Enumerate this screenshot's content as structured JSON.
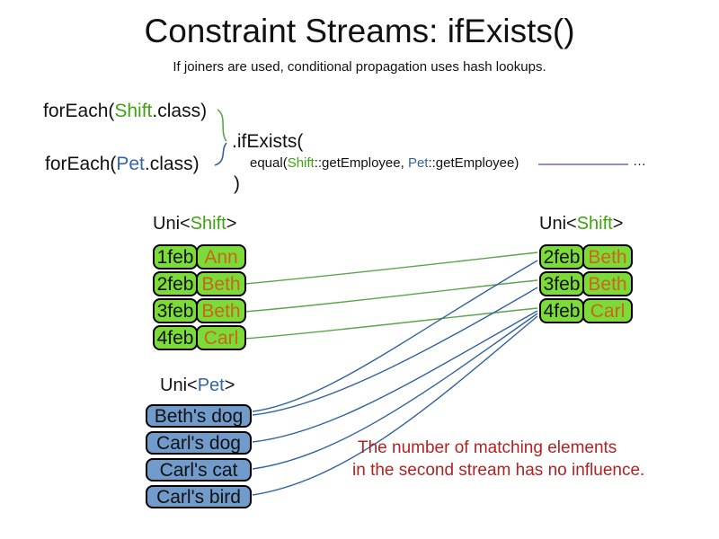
{
  "slide": {
    "title": "Constraint Streams: ifExists()",
    "subtitle": "If joiners are used, conditional propagation uses hash lookups."
  },
  "code": {
    "foreach_shift": {
      "prefix": "forEach(",
      "class_name": "Shift",
      "suffix": ".class)"
    },
    "foreach_pet": {
      "prefix": "forEach(",
      "class_name": "Pet",
      "suffix": ".class)"
    },
    "if_exists": ".ifExists(",
    "equal": {
      "prefix": "equal(",
      "arg1_class": "Shift",
      "arg1_rest": "::getEmployee, ",
      "arg2_class": "Pet",
      "arg2_rest": "::getEmployee)"
    },
    "close_paren": ")",
    "ellipsis": "…"
  },
  "left_shift_stream": {
    "label": {
      "prefix": "Uni<",
      "type": "Shift",
      "suffix": ">"
    },
    "rows": [
      {
        "date": "1feb",
        "name": "Ann"
      },
      {
        "date": "2feb",
        "name": "Beth"
      },
      {
        "date": "3feb",
        "name": "Beth"
      },
      {
        "date": "4feb",
        "name": "Carl"
      }
    ]
  },
  "right_shift_stream": {
    "label": {
      "prefix": "Uni<",
      "type": "Shift",
      "suffix": ">"
    },
    "rows": [
      {
        "date": "2feb",
        "name": "Beth"
      },
      {
        "date": "3feb",
        "name": "Beth"
      },
      {
        "date": "4feb",
        "name": "Carl"
      }
    ]
  },
  "pet_stream": {
    "label": {
      "prefix": "Uni<",
      "type": "Pet",
      "suffix": ">"
    },
    "items": [
      "Beth's dog",
      "Carl's dog",
      "Carl's cat",
      "Carl's bird"
    ]
  },
  "note": {
    "line1": "The number of matching elements",
    "line2": "in the second stream has no influence."
  },
  "colors": {
    "shift_green_text": "#3FA30F",
    "pet_blue_text": "#3465A4",
    "shift_box_fill": "#7CDB39",
    "pet_box_fill": "#719BCB",
    "employee_orange_text": "#C9651C",
    "note_red": "#B22222",
    "match_line_green": "#5CA44C",
    "exists_line_blue": "#31639F",
    "joiner_line_purple": "#8064A2"
  }
}
